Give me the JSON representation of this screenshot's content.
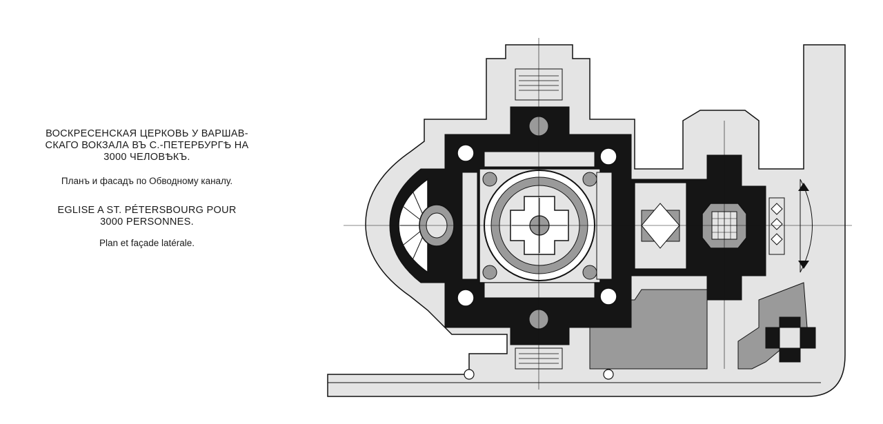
{
  "caption": {
    "title_ru_line1": "ВОСКРЕСЕНСКАЯ ЦЕРКОВЬ У ВАРШАВ-",
    "title_ru_line2": "СКАГО ВОКЗАЛА ВЪ С.-ПЕТЕРБУРГѢ НА",
    "title_ru_line3": "3000 ЧЕЛОВѢКЪ.",
    "subtitle_ru": "Планъ и фасадъ по Обводному каналу.",
    "title_fr_line1": "EGLISE A ST. PÉTERSBOURG POUR",
    "title_fr_line2": "3000 PERSONNES.",
    "subtitle_fr": "Plan et façade latérale."
  },
  "colors": {
    "ink": "#111111",
    "paper": "#ffffff",
    "light_fill": "#e4e4e4",
    "mid_fill": "#9a9a9a",
    "dark_fill": "#151515"
  }
}
